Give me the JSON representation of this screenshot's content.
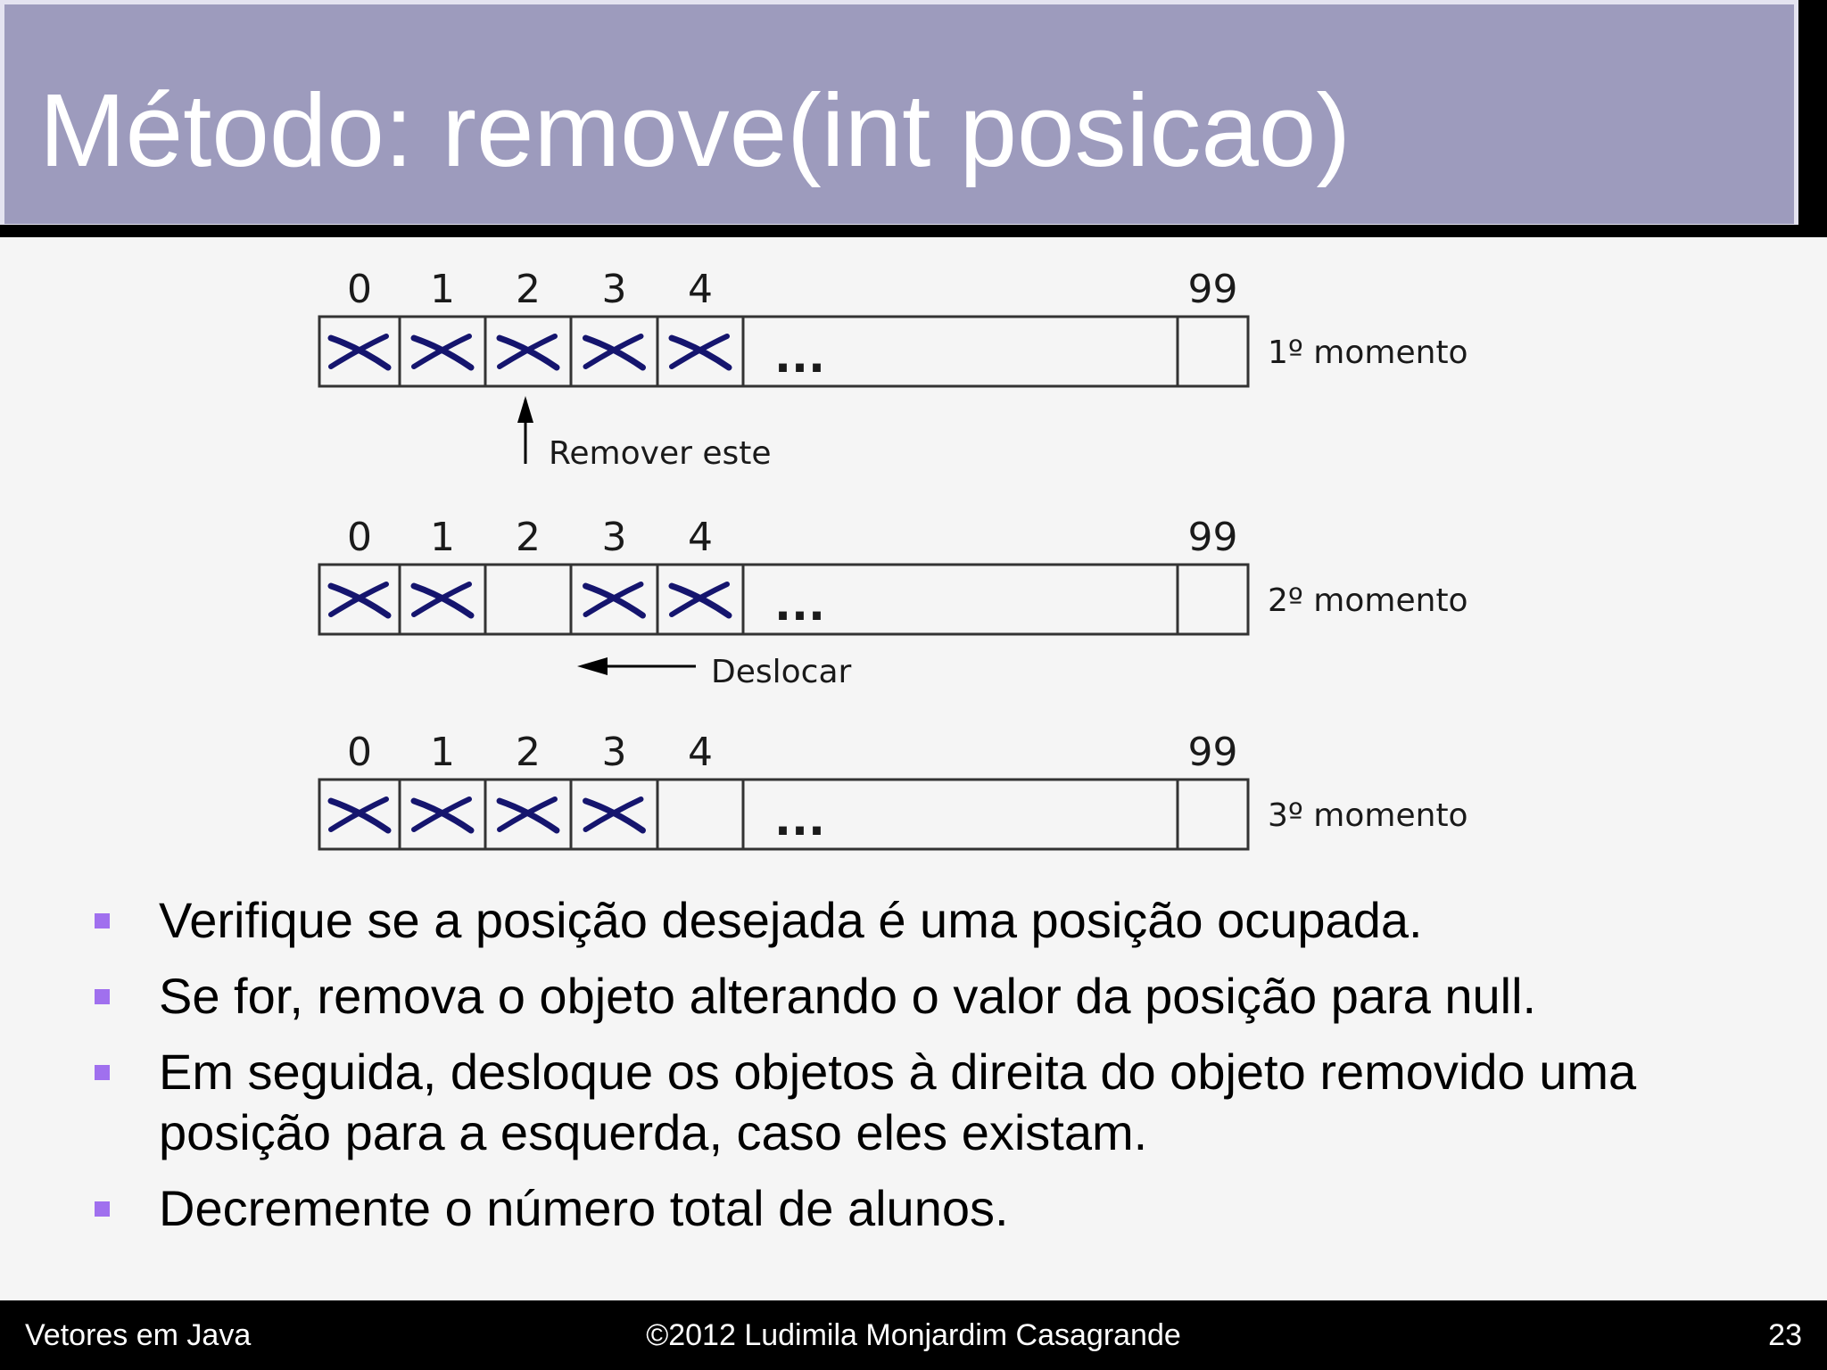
{
  "slide": {
    "title": "Método: remove(int posicao)"
  },
  "diagram": {
    "index_labels": [
      "0",
      "1",
      "2",
      "3",
      "4"
    ],
    "last_index_label": "99",
    "ellipsis": "...",
    "rows": [
      {
        "moment_label": "1º momento",
        "filled": [
          true,
          true,
          true,
          true,
          true
        ]
      },
      {
        "moment_label": "2º momento",
        "filled": [
          true,
          true,
          false,
          true,
          true
        ]
      },
      {
        "moment_label": "3º momento",
        "filled": [
          true,
          true,
          true,
          true,
          false
        ]
      }
    ],
    "remove_annotation": "Remover este",
    "shift_annotation": "Deslocar",
    "colors": {
      "mark": "#15156e",
      "cell_border": "#333333",
      "arrow": "#000000"
    }
  },
  "bullets": [
    "Verifique se a posição desejada é uma posição ocupada.",
    "Se for, remova o objeto alterando o valor da posição para null.",
    "Em seguida, desloque os objetos à direita do objeto removido uma posição para a esquerda, caso eles existam.",
    "Decremente o número total de alunos."
  ],
  "footer": {
    "left": "Vetores em Java",
    "center": "©2012 Ludimila Monjardim Casagrande",
    "right": "23"
  },
  "colors": {
    "title_bar": "#9d9bbd",
    "bullet_marker": "#a070ee",
    "footer_bg": "#000000"
  }
}
